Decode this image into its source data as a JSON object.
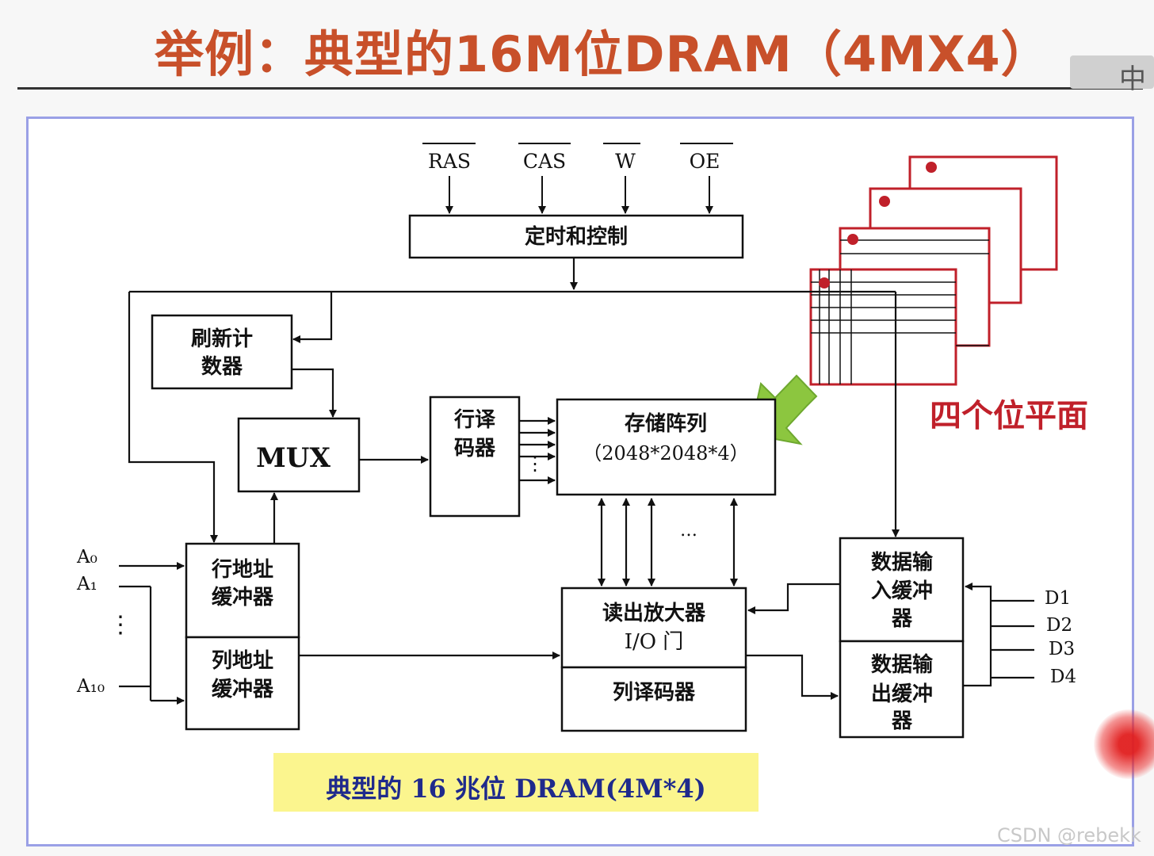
{
  "slide": {
    "title": "举例：典型的16M位DRAM（4MX4）",
    "ime_glyph": "中",
    "watermark": "CSDN @rebekk",
    "caption": "典型的 16 兆位 DRAM(4M*4)"
  },
  "diagram": {
    "signals": [
      "RAS",
      "CAS",
      "W",
      "OE"
    ],
    "timing_control": "定时和控制",
    "refresh_counter": [
      "刷新计",
      "数器"
    ],
    "mux": "MUX",
    "row_decoder": [
      "行译",
      "码器"
    ],
    "memory_array": [
      "存储阵列",
      "（2048*2048*4）"
    ],
    "row_addr_buffer": [
      "行地址",
      "缓冲器"
    ],
    "col_addr_buffer": [
      "列地址",
      "缓冲器"
    ],
    "sense_amp": [
      "读出放大器",
      "I/O 门"
    ],
    "col_decoder": "列译码器",
    "data_in_buffer": [
      "数据输",
      "入缓冲",
      "器"
    ],
    "data_out_buffer": [
      "数据输",
      "出缓冲",
      "器"
    ],
    "address_pins": [
      "A₀",
      "A₁",
      "A₁₀"
    ],
    "data_pins": [
      "D1",
      "D2",
      "D3",
      "D4"
    ],
    "bit_planes_label": "四个位平面",
    "vertical_ellipsis": "⋮",
    "ellipsis": "…",
    "colors": {
      "title": "#c8502a",
      "bit_planes": "#c0202a",
      "pointer_arrow": "#8cc63f",
      "caption_bg": "#fbf58e",
      "caption_text": "#1f2a8c",
      "frame": "#9aa0e6"
    }
  }
}
